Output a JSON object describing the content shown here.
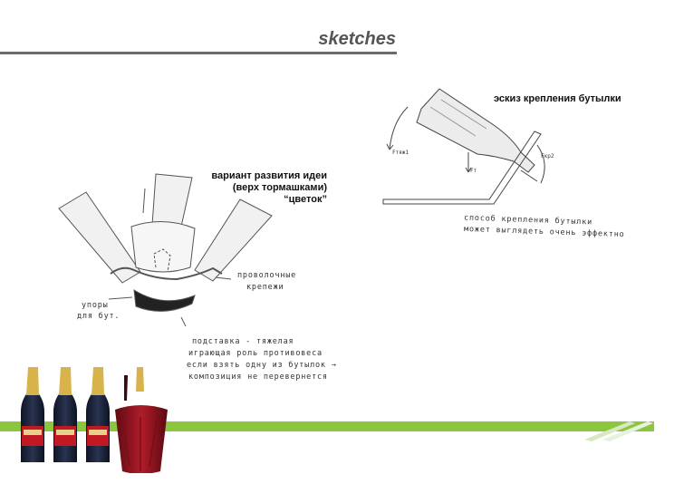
{
  "header": {
    "title": "sketches"
  },
  "captions": {
    "bottle_mount": "эскиз крепления бутылки",
    "flower": [
      "вариант развития идеи",
      "(верх тормашками)",
      "“цветок”"
    ]
  },
  "handwritten": {
    "mount_note": [
      "способ крепления бутылки",
      "может выглядеть очень эффектно"
    ],
    "wire_note": [
      "проволочные",
      "крепежи"
    ],
    "supports_note": [
      "упоры",
      "для бут."
    ],
    "stand_note": [
      "подставка - тяжелая",
      "играющая роль противовеса",
      "если взять одну из бутылок →",
      "композиция не перевернется"
    ],
    "force_labels": [
      "Fтяж1",
      "Fт",
      "Fкр2"
    ]
  },
  "colors": {
    "accent_green": "#8cc63f",
    "title_gray": "#555555",
    "rule_gray": "#6b6b6b"
  }
}
